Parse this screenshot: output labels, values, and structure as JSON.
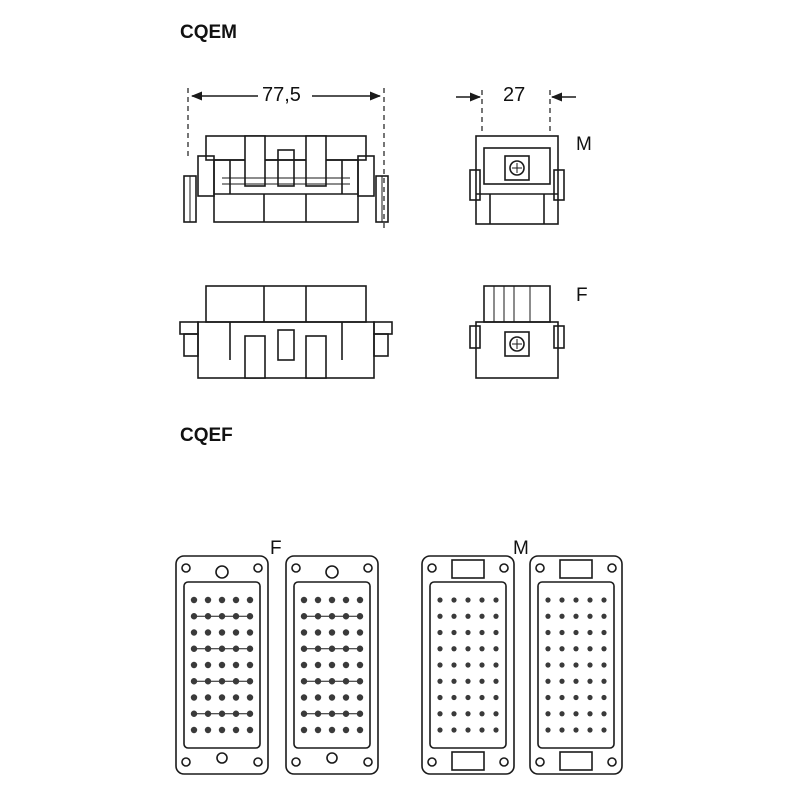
{
  "sections": {
    "top_title": "CQEM",
    "bottom_title": "CQEF"
  },
  "dimensions": {
    "width_label": "77,5",
    "depth_label": "27"
  },
  "variants": {
    "side_m": "M",
    "side_f": "F",
    "face_f": "F",
    "face_m": "M"
  }
}
